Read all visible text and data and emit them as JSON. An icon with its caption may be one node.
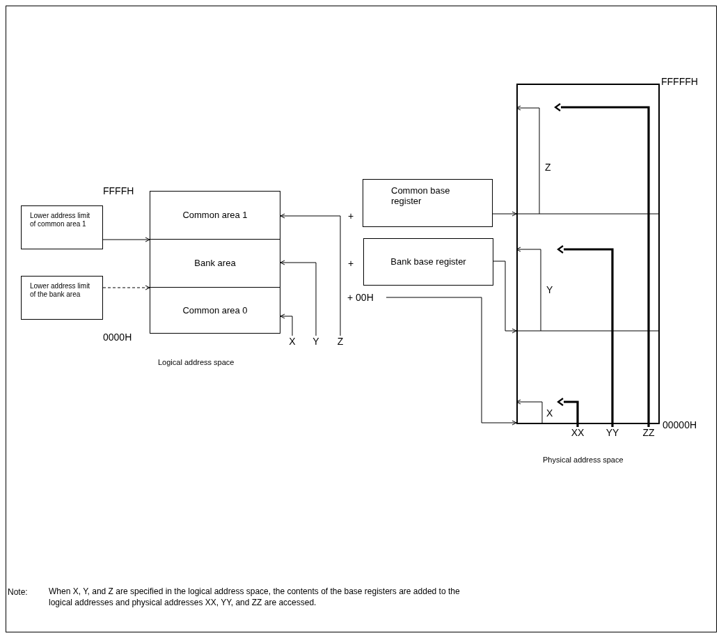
{
  "diagram": {
    "nodes": [
      {
        "text": [
          "Lower address limit of common area 1"
        ]
      },
      {
        "text": [
          "Lower address limit of the bank area"
        ]
      },
      {
        "text": [
          "Common area 1"
        ]
      },
      {
        "text": [
          "Bank area"
        ]
      },
      {
        "text": [
          "Common area 0"
        ]
      },
      {
        "text": [
          "X"
        ]
      },
      {
        "text": [
          "Y"
        ]
      },
      {
        "text": [
          "Z"
        ]
      },
      {
        "text": [
          "Common base register"
        ]
      },
      {
        "text": [
          "Bank base register"
        ]
      },
      {
        "text": [
          "+ 00H"
        ]
      },
      {
        "text": [],
        "shape": "box"
      },
      {
        "text": [
          "XX"
        ]
      },
      {
        "text": [
          "YY"
        ]
      },
      {
        "text": [
          "ZZ"
        ]
      }
    ],
    "edges": [
      {
        "from": 0,
        "to": 3,
        "arrow": "to"
      },
      {
        "from": 1,
        "to": 4,
        "arrow": "to",
        "style": "dashed"
      },
      {
        "from": 5,
        "to": 4,
        "arrow": "to"
      },
      {
        "from": 6,
        "to": 3,
        "arrow": "to"
      },
      {
        "from": 7,
        "to": 2,
        "arrow": "to"
      },
      {
        "from": 8,
        "to": 11,
        "arrow": "to"
      },
      {
        "from": 9,
        "to": 11,
        "arrow": "to"
      },
      {
        "from": 10,
        "to": 11,
        "arrow": "to"
      },
      {
        "from": null,
        "to": 11,
        "arrow": "to",
        "label": "Z"
      },
      {
        "from": null,
        "to": 11,
        "arrow": "to",
        "label": "Y"
      },
      {
        "from": null,
        "to": 11,
        "arrow": "to",
        "label": "X"
      },
      {
        "from": 14,
        "to": 11,
        "arrow": "to",
        "style": "thick"
      },
      {
        "from": 13,
        "to": 11,
        "arrow": "to",
        "style": "thick"
      },
      {
        "from": 12,
        "to": 11,
        "arrow": "to",
        "style": "thick"
      }
    ],
    "labels": [
      "FFFFFH",
      "FFFFH",
      "+",
      "+",
      "0000H",
      "00000H",
      "Logical address space",
      "Physical address space",
      "Note:",
      "When X, Y, and Z are specified in the logical address space, the contents of the base registers are added to the logical addresses and physical addresses XX, YY, and ZZ are accessed."
    ]
  }
}
